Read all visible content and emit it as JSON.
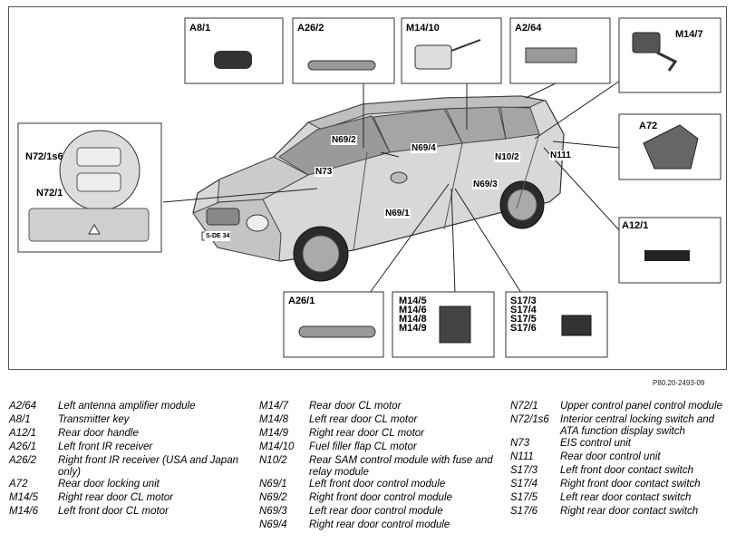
{
  "figure_ref": "P80.20-2493-09",
  "labels": {
    "a8_1": "A8/1",
    "a26_2": "A26/2",
    "m14_10": "M14/10",
    "a2_64": "A2/64",
    "m14_7": "M14/7",
    "n72_1s6": "N72/1s6",
    "n72_1": "N72/1",
    "a72": "A72",
    "a12_1": "A12/1",
    "a26_1": "A26/1",
    "m14_group": "M14/5\nM14/6\nM14/8\nM14/9",
    "s17_group": "S17/3\nS17/4\nS17/5\nS17/6",
    "n69_2": "N69/2",
    "n69_4": "N69/4",
    "n73": "N73",
    "n10_2": "N10/2",
    "n111": "N111",
    "n69_3": "N69/3",
    "n69_1": "N69/1",
    "plate": "S-DE 34"
  },
  "legend": {
    "col1": [
      {
        "code": "A2/64",
        "desc": "Left antenna amplifier module"
      },
      {
        "code": "A8/1",
        "desc": "Transmitter key"
      },
      {
        "code": "A12/1",
        "desc": "Rear door handle"
      },
      {
        "code": "A26/1",
        "desc": "Left front IR receiver"
      },
      {
        "code": "A26/2",
        "desc": "Right front IR receiver (USA and Japan only)"
      },
      {
        "code": "A72",
        "desc": "Rear door locking unit"
      },
      {
        "code": "M14/5",
        "desc": "Right rear door CL motor"
      },
      {
        "code": "M14/6",
        "desc": "Left front door CL motor"
      }
    ],
    "col2": [
      {
        "code": "M14/7",
        "desc": "Rear door CL motor"
      },
      {
        "code": "M14/8",
        "desc": "Left rear door CL motor"
      },
      {
        "code": "M14/9",
        "desc": "Right rear door CL motor"
      },
      {
        "code": "M14/10",
        "desc": "Fuel filler flap CL motor"
      },
      {
        "code": "N10/2",
        "desc": "Rear SAM control module with fuse and relay module"
      },
      {
        "code": "N69/1",
        "desc": "Left front door control module"
      },
      {
        "code": "N69/2",
        "desc": "Right front door control module"
      },
      {
        "code": "N69/3",
        "desc": "Left rear door control module"
      },
      {
        "code": "N69/4",
        "desc": "Right rear door control module"
      }
    ],
    "col3": [
      {
        "code": "N72/1",
        "desc": "Upper control panel control module"
      },
      {
        "code": "N72/1s6",
        "desc": "Interior central locking switch and ATA function display switch"
      },
      {
        "code": "N73",
        "desc": "EIS control unit"
      },
      {
        "code": "N111",
        "desc": "Rear door control unit"
      },
      {
        "code": "S17/3",
        "desc": "Left front door contact switch"
      },
      {
        "code": "S17/4",
        "desc": "Right front door contact switch"
      },
      {
        "code": "S17/5",
        "desc": "Left rear door contact switch"
      },
      {
        "code": "S17/6",
        "desc": "Right rear door contact switch"
      }
    ]
  }
}
